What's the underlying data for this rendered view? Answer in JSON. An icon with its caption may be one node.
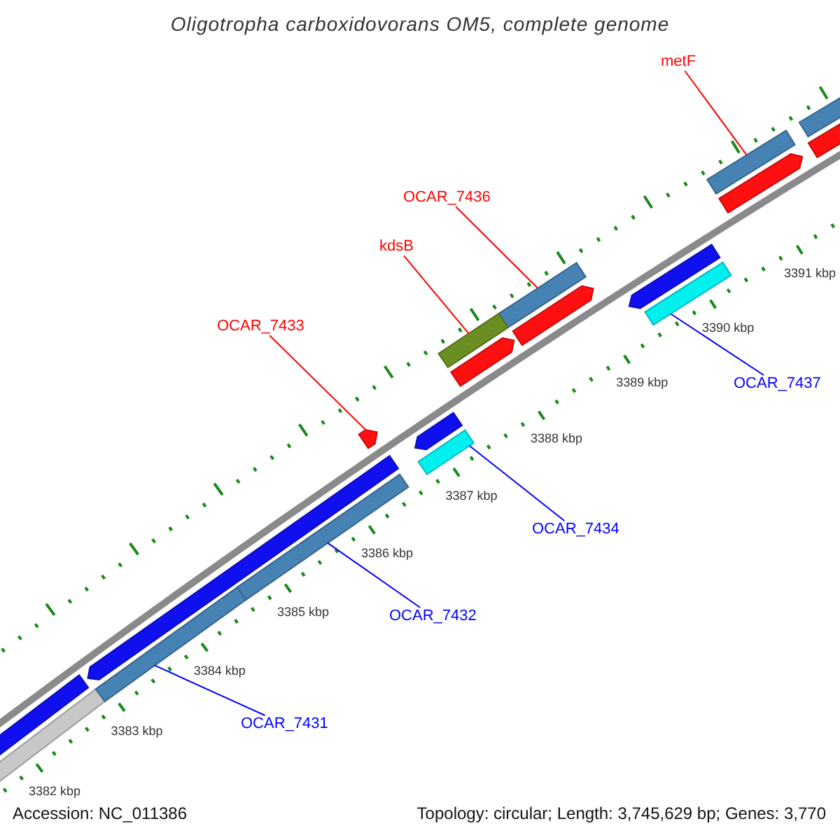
{
  "diagram": {
    "title": "Oligotropha carboxidovorans OM5, complete genome",
    "nodes": [
      {
        "text": [
          "metF"
        ]
      },
      {
        "text": [],
        "shape": "bar"
      },
      {
        "text": [
          "OCAR_7436"
        ]
      },
      {
        "text": [],
        "shape": "bar"
      },
      {
        "text": [
          "kdsB"
        ]
      },
      {
        "text": [],
        "shape": "bar"
      },
      {
        "text": [
          "OCAR_7433"
        ]
      },
      {
        "text": [],
        "shape": "arrow"
      },
      {
        "text": [
          "OCAR_7437"
        ]
      },
      {
        "text": [],
        "shape": "bar"
      },
      {
        "text": [
          "OCAR_7434"
        ]
      },
      {
        "text": [],
        "shape": "bar"
      },
      {
        "text": [
          "OCAR_7432"
        ]
      },
      {
        "text": [],
        "shape": "bar"
      },
      {
        "text": [
          "OCAR_7431"
        ]
      },
      {
        "text": [],
        "shape": "bar"
      }
    ],
    "edges": [
      {
        "from": 0,
        "to": 1,
        "arrow": "none",
        "color": "#ff0000"
      },
      {
        "from": 2,
        "to": 3,
        "arrow": "none",
        "color": "#ff0000"
      },
      {
        "from": 4,
        "to": 5,
        "arrow": "none",
        "color": "#ff0000"
      },
      {
        "from": 6,
        "to": 7,
        "arrow": "none",
        "color": "#ff0000"
      },
      {
        "from": 8,
        "to": 9,
        "arrow": "none",
        "color": "#0000ff"
      },
      {
        "from": 10,
        "to": 11,
        "arrow": "none",
        "color": "#0000ff"
      },
      {
        "from": 12,
        "to": 13,
        "arrow": "none",
        "color": "#0000ff"
      },
      {
        "from": 14,
        "to": 15,
        "arrow": "none",
        "color": "#0000ff"
      }
    ],
    "labels": [
      "3391 kbp",
      "3390 kbp",
      "3389 kbp",
      "3388 kbp",
      "3387 kbp",
      "3386 kbp",
      "3385 kbp",
      "3384 kbp",
      "3383 kbp",
      "3382 kbp",
      "Accession: NC_011386",
      "Topology: circular; Length: 3,745,629 bp; Genes: 3,770"
    ]
  }
}
